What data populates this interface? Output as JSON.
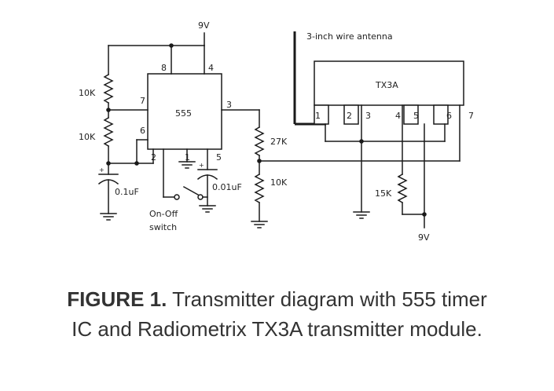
{
  "diagram": {
    "labels": {
      "supply_top": "9V",
      "antenna": "3-inch wire antenna",
      "module": "TX3A",
      "ic": "555",
      "r1": "10K",
      "r2": "10K",
      "r3": "27K",
      "r4": "10K",
      "r5": "15K",
      "c1": "0.1uF",
      "c2": "0.01uF",
      "switch_line1": "On-Off",
      "switch_line2": "switch",
      "supply_bottom": "9V"
    },
    "ic_pins": [
      "8",
      "4",
      "7",
      "3",
      "6",
      "2",
      "1",
      "5"
    ],
    "module_pins": [
      "1",
      "2",
      "3",
      "4",
      "5",
      "6",
      "7"
    ]
  },
  "caption": {
    "label": "FIGURE 1.",
    "text_line1": " Transmitter diagram with 555 timer",
    "text_line2": "IC and Radiometrix TX3A transmitter module."
  }
}
